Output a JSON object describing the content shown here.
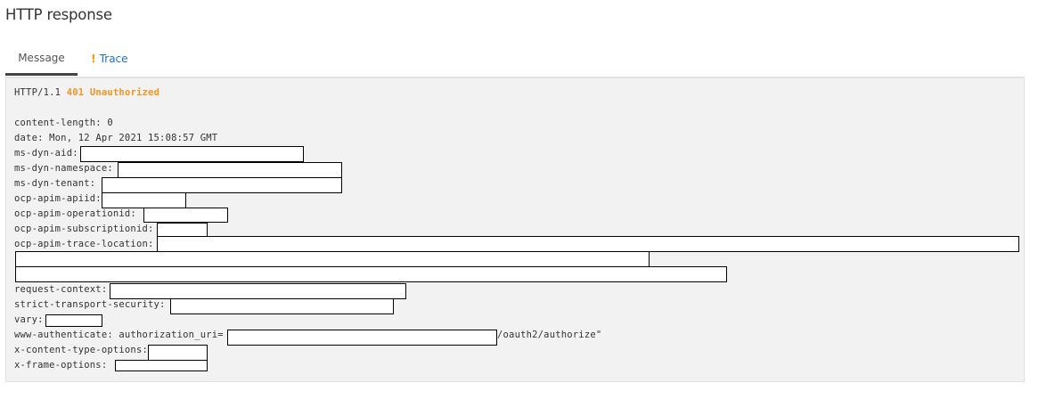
{
  "header": {
    "title": "HTTP response"
  },
  "tabs": [
    {
      "label": "Message",
      "active": true
    },
    {
      "label": "Trace",
      "active": false,
      "warning_icon": "!"
    }
  ],
  "colors": {
    "status": "#f7941d",
    "link": "#1a73c8",
    "panel_bg": "#f2f2f2",
    "active_tab_underline": "#444444"
  },
  "response": {
    "protocol": "HTTP/1.1",
    "status_code": "401",
    "status_text": "Unauthorized",
    "headers": [
      {
        "name": "content-length: ",
        "value": "0"
      },
      {
        "name": "date: ",
        "value": "Mon, 12 Apr 2021 15:08:57 GMT"
      },
      {
        "name": "ms-dyn-aid:",
        "value": "[redacted]"
      },
      {
        "name": "ms-dyn-namespace: ",
        "value": "[redacted]"
      },
      {
        "name": "ms-dyn-tenant: ",
        "value": "[redacted]"
      },
      {
        "name": "ocp-apim-apiid:",
        "value": "[redacted]"
      },
      {
        "name": "ocp-apim-operationid: ",
        "value": "[redacted]"
      },
      {
        "name": "ocp-apim-subscriptionid:",
        "value": "[redacted]"
      },
      {
        "name": "ocp-apim-trace-location:",
        "value": "[redacted]"
      },
      {
        "name": "request-context:",
        "value": "[redacted]"
      },
      {
        "name": "strict-transport-security: ",
        "value": "[redacted]"
      },
      {
        "name": "vary:",
        "value": "[redacted]"
      },
      {
        "name": "www-authenticate: authorization_uri=",
        "value": "[redacted]",
        "suffix": "/oauth2/authorize\""
      },
      {
        "name": "x-content-type-options:",
        "value": "[redacted]"
      },
      {
        "name": "x-frame-options: ",
        "value": "[redacted]"
      }
    ]
  }
}
